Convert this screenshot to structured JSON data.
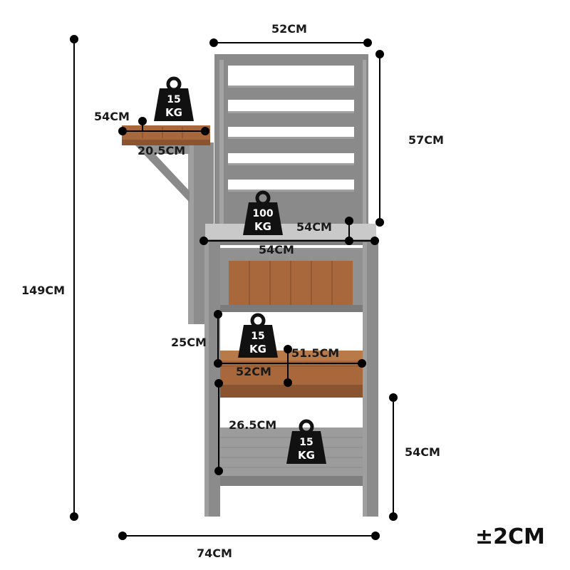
{
  "dimensions": {
    "total_height": "149CM",
    "back_width": "52CM",
    "back_height": "57CM",
    "side_shelf_length": "54CM",
    "side_shelf_depth": "20.5CM",
    "top_depth": "54CM",
    "top_width": "54CM",
    "middle_gap": "25CM",
    "middle_shelf_depth": "51.5CM",
    "middle_shelf_width": "52CM",
    "lower_gap": "26.5CM",
    "bottom_height": "54CM",
    "base_width": "74CM"
  },
  "loads": {
    "side_shelf": {
      "value": "15",
      "unit": "KG"
    },
    "top": {
      "value": "100",
      "unit": "KG"
    },
    "middle_shelf": {
      "value": "15",
      "unit": "KG"
    },
    "bottom_shelf": {
      "value": "15",
      "unit": "KG"
    }
  },
  "tolerance": "±2CM",
  "colors": {
    "frame": "#8e8e8e",
    "wood": "#a8683c",
    "line": "#000000"
  }
}
